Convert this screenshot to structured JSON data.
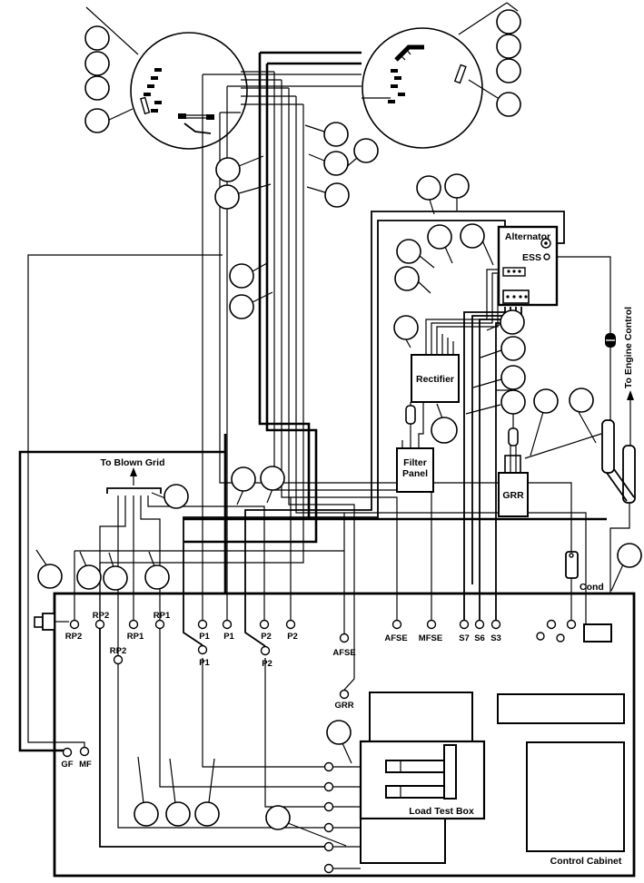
{
  "diagram": {
    "colors": {
      "line": "#000000",
      "background": "#ffffff"
    },
    "boxes": {
      "alternator": "Alternator",
      "ess": "ESS",
      "rectifier": "Rectifier",
      "filter_line1": "Filter",
      "filter_line2": "Panel",
      "grr": "GRR",
      "load_test_box": "Load Test Box",
      "control_cabinet": "Control Cabinet"
    },
    "annotations": {
      "to_blown_grid": "To Blown Grid",
      "to_engine_control": "To Engine Control",
      "cond": "Cond"
    },
    "terminals": {
      "rp2_a": "RP2",
      "rp2_b": "RP2",
      "rp2_c": "RP2",
      "rp1_a": "RP1",
      "rp1_b": "RP1",
      "p1_a": "P1",
      "p1_b": "P1",
      "p1_c": "P1",
      "p2_a": "P2",
      "p2_b": "P2",
      "p2_c": "P2",
      "afse_low": "AFSE",
      "afse": "AFSE",
      "mfse": "MFSE",
      "s7": "S7",
      "s6": "S6",
      "s3": "S3",
      "grr": "GRR",
      "gf": "GF",
      "mf": "MF"
    }
  }
}
